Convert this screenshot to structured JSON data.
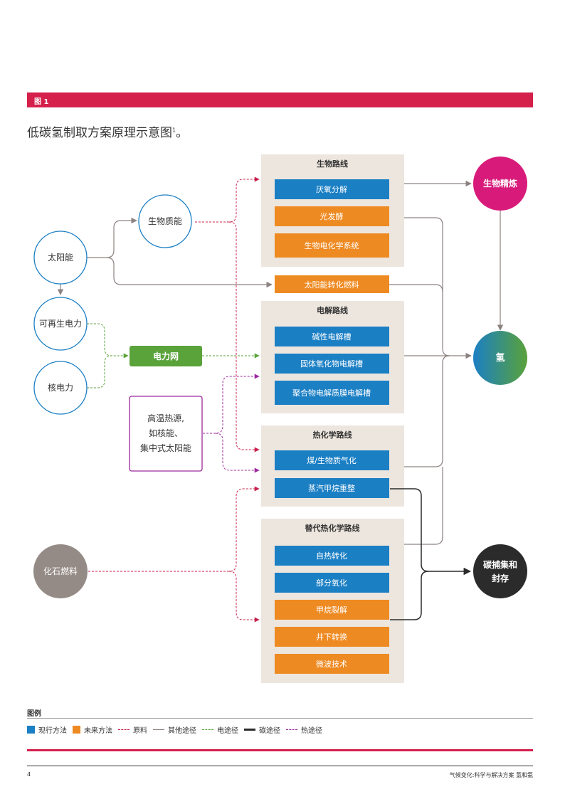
{
  "figure": {
    "label": "图 1",
    "caption": "低碳氢制取方案原理示意图",
    "caption_ref": "1",
    "caption_end": "。"
  },
  "sources": {
    "solar": "太阳能",
    "biomass": "生物质能",
    "renewable": "可再生电力",
    "nuclear": "核电力",
    "grid": "电力网",
    "heat": [
      "高温热源,",
      "如核能、",
      "集中式太阳能"
    ],
    "fossil": "化石燃料"
  },
  "routes": {
    "bio": {
      "title": "生物路线",
      "items": [
        {
          "label": "厌氧分解",
          "status": "current"
        },
        {
          "label": "光发酵",
          "status": "future"
        },
        {
          "label": "生物电化学系统",
          "status": "future"
        }
      ]
    },
    "solar_fuel": {
      "label": "太阳能转化燃料",
      "status": "future"
    },
    "electro": {
      "title": "电解路线",
      "items": [
        {
          "label": "碱性电解槽",
          "status": "current"
        },
        {
          "label": "固体氧化物电解槽",
          "status": "current"
        },
        {
          "label": "聚合物电解质膜电解槽",
          "status": "current"
        }
      ]
    },
    "thermo": {
      "title": "热化学路线",
      "items": [
        {
          "label": "煤/生物质气化",
          "status": "current"
        },
        {
          "label": "蒸汽甲烷重整",
          "status": "current"
        }
      ]
    },
    "alt": {
      "title": "替代热化学路线",
      "items": [
        {
          "label": "自热转化",
          "status": "current"
        },
        {
          "label": "部分氧化",
          "status": "current"
        },
        {
          "label": "甲烷裂解",
          "status": "future"
        },
        {
          "label": "井下转换",
          "status": "future"
        },
        {
          "label": "微波技术",
          "status": "future"
        }
      ]
    }
  },
  "outputs": {
    "bio_refine": "生物精炼",
    "hydrogen": "氢",
    "ccs": [
      "碳捕集和",
      "封存"
    ]
  },
  "legend": {
    "title": "图例",
    "items": [
      {
        "kind": "swatch",
        "label": "现行方法"
      },
      {
        "kind": "swatch",
        "label": "未来方法"
      },
      {
        "kind": "dash",
        "label": "原料"
      },
      {
        "kind": "solid",
        "label": "其他途径"
      },
      {
        "kind": "dash",
        "label": "电途径"
      },
      {
        "kind": "solid",
        "label": "碳途径"
      },
      {
        "kind": "dash",
        "label": "热途径"
      }
    ]
  },
  "colors": {
    "current": "#1b7fc4",
    "future": "#ee8a22",
    "feedstock": "#c8204c",
    "other": "#8c8280",
    "electric": "#5aa23a",
    "carbon": "#2b2b2b",
    "heat": "#9c2a9c",
    "panel": "#ede6de",
    "accent": "#d4204b",
    "bio_refine": "#d81b7a",
    "fossil": "#958b86"
  },
  "footer": {
    "page": "4",
    "title": "气候变化:科学与解决方案 氢和氨"
  }
}
